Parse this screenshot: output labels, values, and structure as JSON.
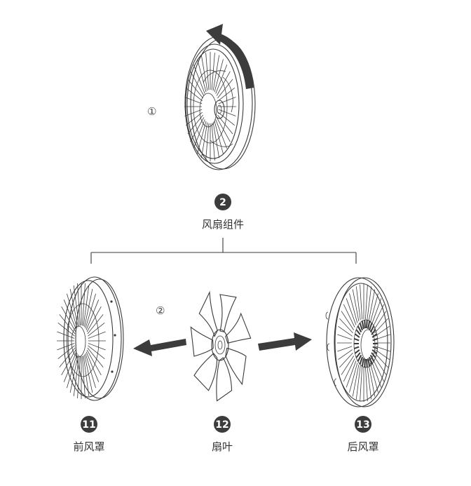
{
  "steps": {
    "step1": "①",
    "step2": "②"
  },
  "parts": {
    "assembly": {
      "number": "2",
      "label": "风扇组件"
    },
    "front_cover": {
      "number": "11",
      "label": "前风罩"
    },
    "blades": {
      "number": "12",
      "label": "扇叶"
    },
    "rear_cover": {
      "number": "13",
      "label": "后风罩"
    }
  },
  "colors": {
    "line": "#3a3a3a",
    "arrow": "#3c3c3c",
    "badge": "#3c3c3c"
  },
  "icons": {
    "rotate_arrow": "curved-rotation-arrow",
    "move_left": "arrow-left",
    "move_right": "arrow-right"
  }
}
